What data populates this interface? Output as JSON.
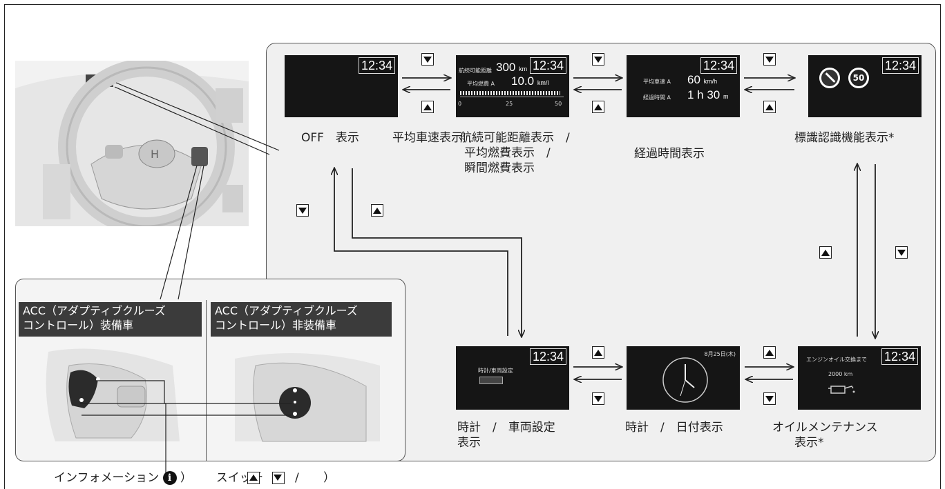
{
  "screens": {
    "off": {
      "clock": "12:34"
    },
    "range": {
      "clock": "12:34",
      "row1_label": "航続可能距離",
      "row1_value": "300",
      "row1_unit": "km",
      "row2_label": "平均燃費 A",
      "row2_value": "10.0",
      "row2_unit": "km/l",
      "scale": [
        "0",
        "25",
        "50"
      ]
    },
    "elapsed": {
      "clock": "12:34",
      "row1_label": "平均車速 A",
      "row1_value": "60",
      "row1_unit": "km/h",
      "row2_label": "経過時間 A",
      "row2_value": "1 h 30",
      "row2_unit": "m"
    },
    "sign": {
      "clock": "12:34",
      "speed": "50"
    },
    "settings": {
      "clock": "12:34",
      "text": "時計/車両設定"
    },
    "clockface": {
      "date": "8月25日(木)"
    },
    "oil": {
      "clock": "12:34",
      "text": "エンジンオイル交換まで",
      "value": "2000 km"
    }
  },
  "labels": {
    "off": "OFF　表示",
    "avg_speed": "平均車速表示",
    "range_line1": "航続可能距離表示　/",
    "range_line2": "平均燃費表示　/",
    "range_line3": "瞬間燃費表示",
    "elapsed": "経過時間表示",
    "sign": "標識認識機能表示*",
    "clock_line1": "時計　/　車両設定",
    "clock_line2": "表示",
    "date": "時計　/　日付表示",
    "oil_line1": "オイルメンテナンス",
    "oil_line2": "表示*"
  },
  "inset": {
    "acc_on_header": "ACC（アダプティブクルーズ\nコントロール）装備車",
    "acc_off_header": "ACC（アダプティブクルーズ\nコントロール）非装備車"
  },
  "footer": {
    "prefix": "インフォメーション",
    "close_paren": "）",
    "switch": "スイッチ",
    "slash": "/",
    "end_paren": "）"
  },
  "colors": {
    "screen_bg": "#151515",
    "panel_bg": "#f0f0f0",
    "header_bg": "#3b3b3b"
  }
}
